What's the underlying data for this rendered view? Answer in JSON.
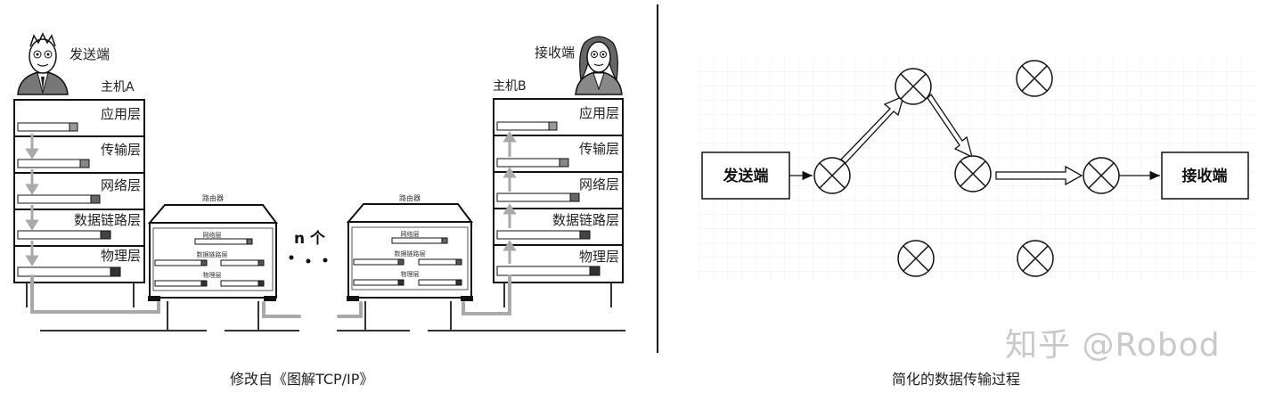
{
  "left": {
    "sender_label": "发送端",
    "receiver_label": "接收端",
    "host_a_label": "主机A",
    "host_b_label": "主机B",
    "layers": [
      "应用层",
      "传输层",
      "网络层",
      "数据链路层",
      "物理层"
    ],
    "router_title": "路由器",
    "router_layers": [
      "网络层",
      "数据链路层",
      "物理层"
    ],
    "n_label": "n 个",
    "caption": "修改自《图解TCP/IP》"
  },
  "right": {
    "sender_box": "发送端",
    "receiver_box": "接收端",
    "caption": "简化的数据传输过程",
    "node_icon": "crossed-circle-icon"
  },
  "watermark": "知乎 @Robod",
  "colors": {
    "arrow_gray": "#a9a9a9",
    "bar_fill": "#555555",
    "divider": "#111111",
    "grid": "#eeeeee"
  }
}
